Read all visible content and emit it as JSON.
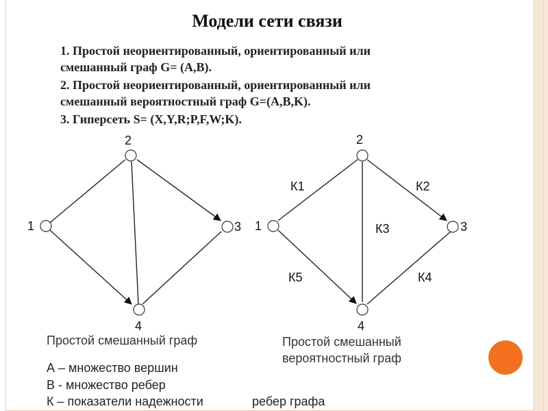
{
  "title": "Модели сети связи",
  "definitions": [
    "1. Простой неориентированный, ориентированный или",
    "смешанный граф G= (A,B).",
    "2. Простой неориентированный, ориентированный или",
    "смешанный вероятностный граф G=(A,B,K).",
    "3. Гиперсеть S= (X,Y,R;P,F,W;K)."
  ],
  "graph_left": {
    "nodes": [
      "1",
      "2",
      "3",
      "4"
    ],
    "caption": "Простой смешанный граф"
  },
  "graph_right": {
    "nodes": [
      "1",
      "2",
      "3",
      "4"
    ],
    "edge_labels": [
      "К1",
      "К2",
      "К3",
      "К4",
      "К5"
    ],
    "caption_line1": "Простой смешанный",
    "caption_line2": "вероятностный граф"
  },
  "legend": {
    "a": "А – множество вершин",
    "b": "В - множество ребер",
    "k_part1": "К – показатели надежности",
    "k_part2": "ребер графа"
  },
  "colors": {
    "accent_circle": "#f37021",
    "frame": "#e3c9b0",
    "strip": "#f6e7d8"
  }
}
